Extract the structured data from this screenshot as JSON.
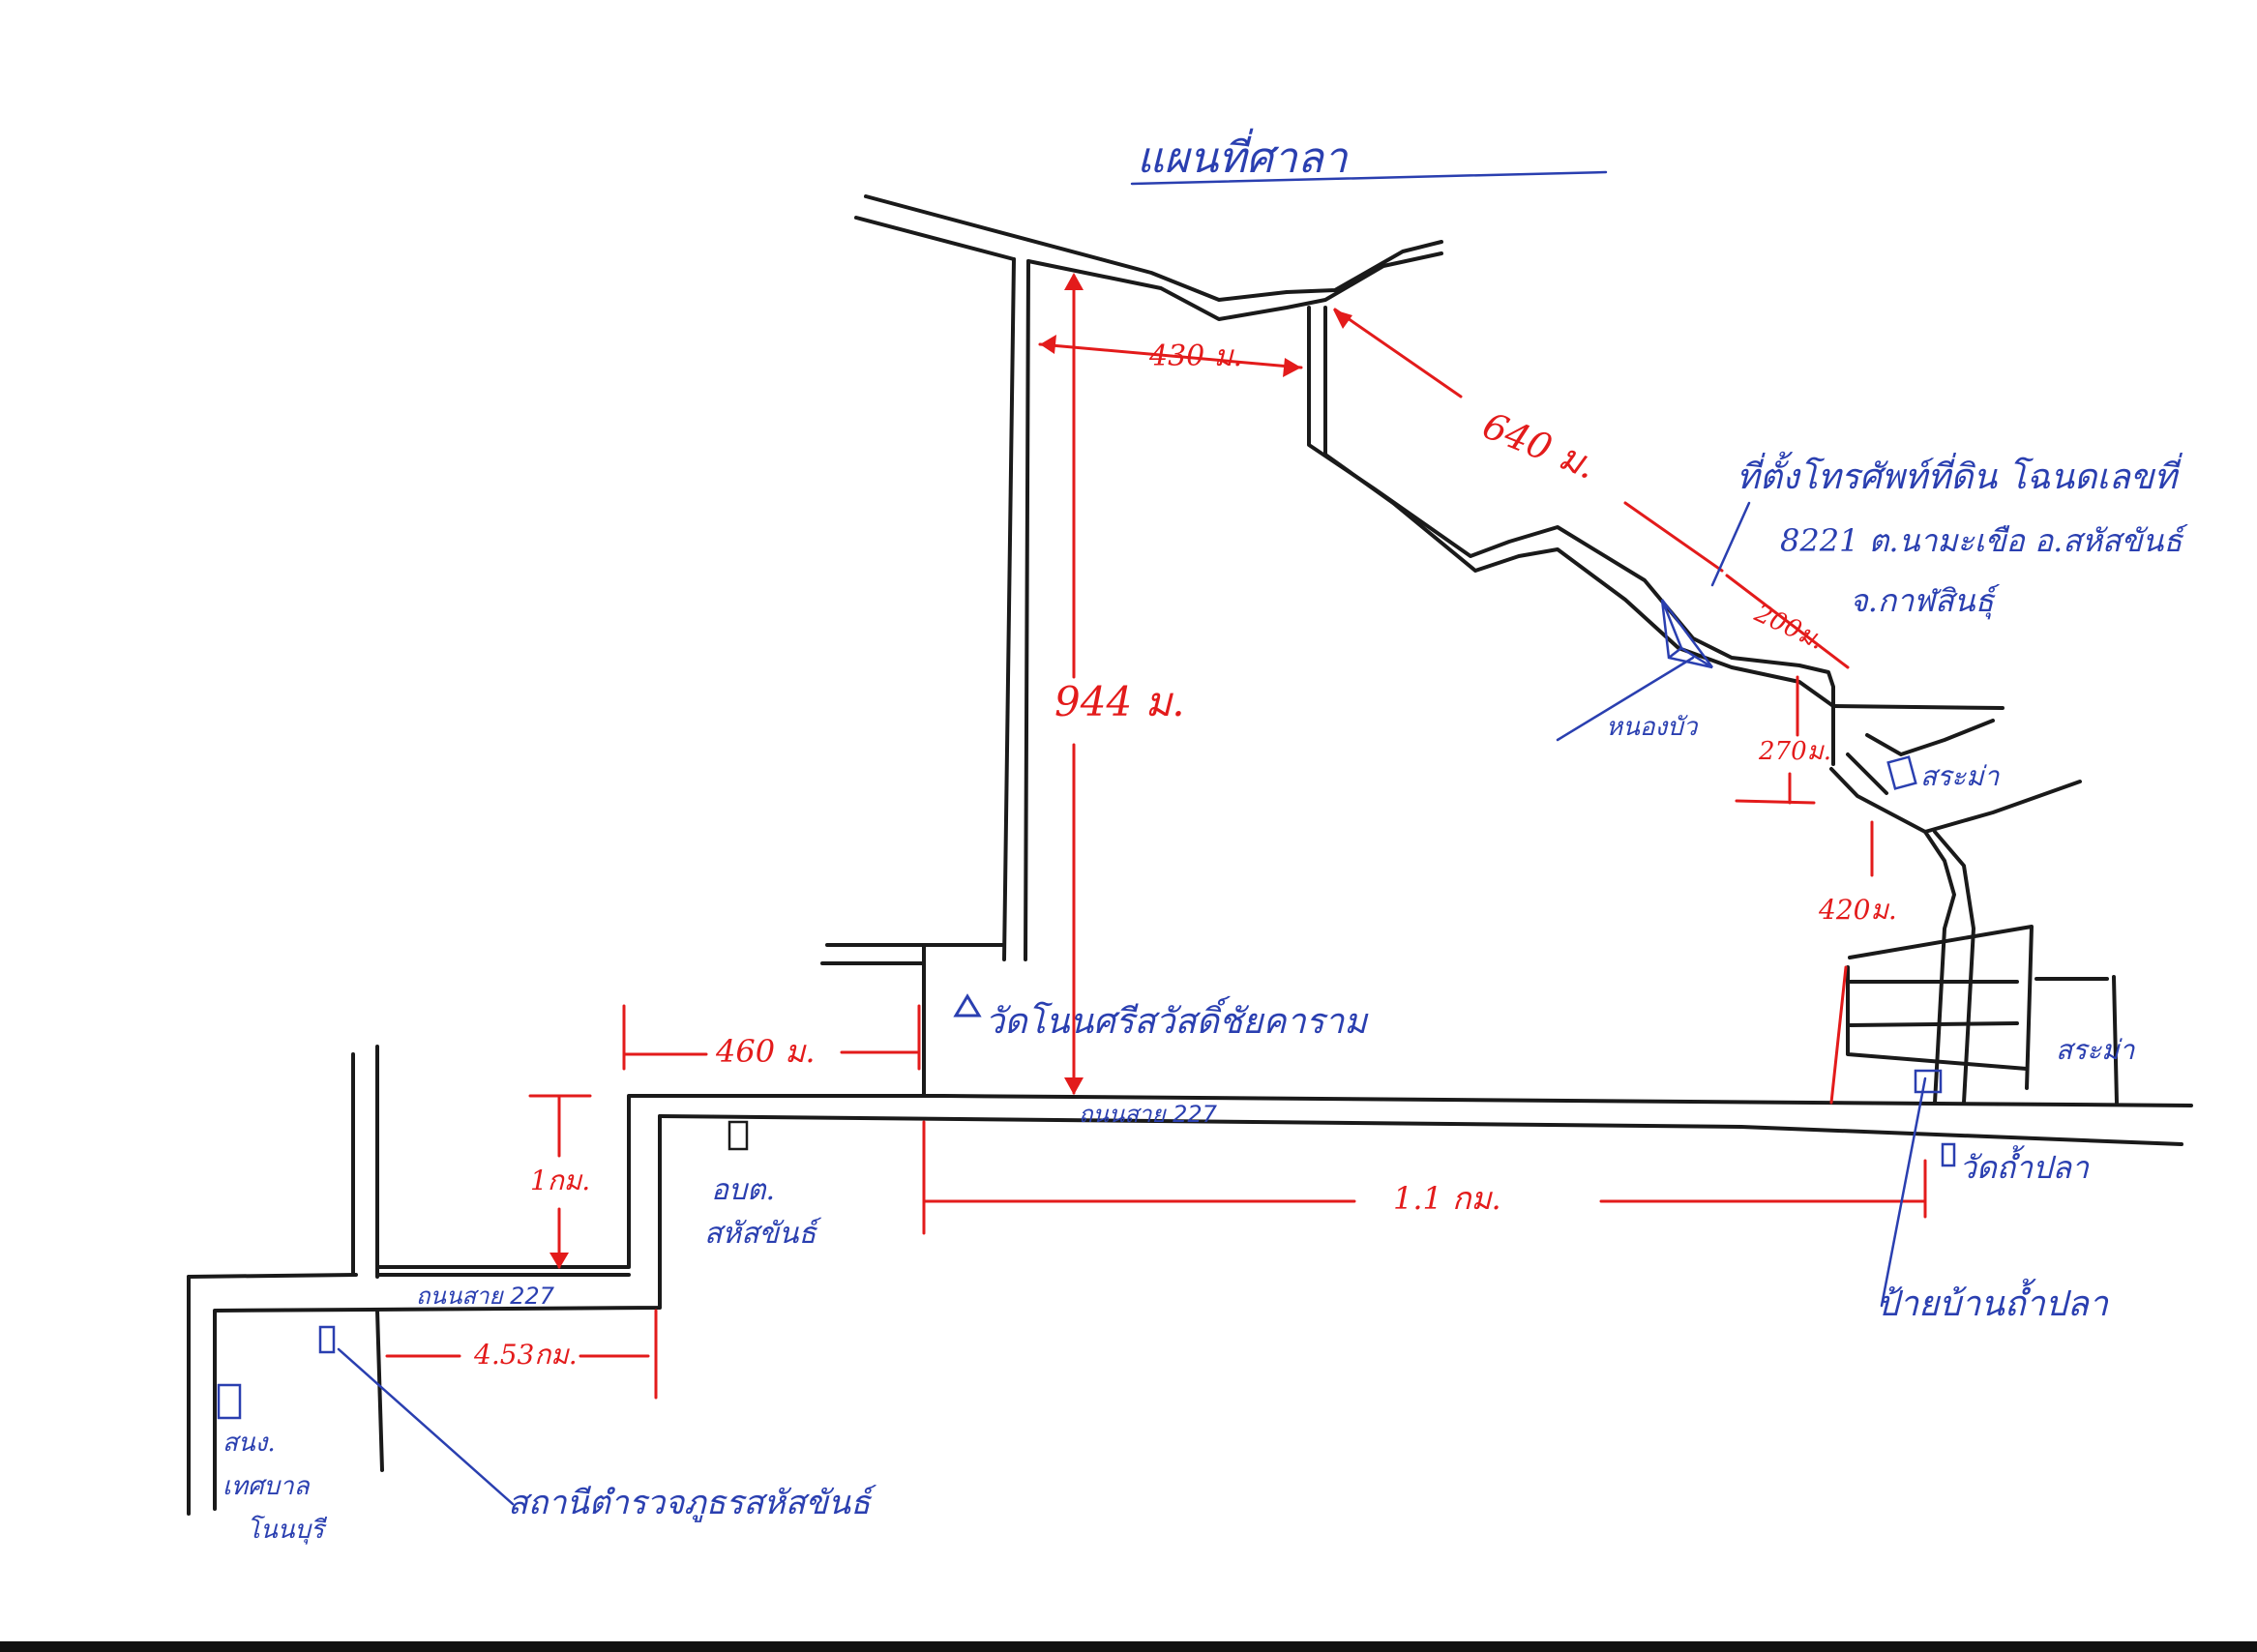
{
  "map": {
    "title": "แผนที่ศาลา",
    "colors": {
      "road": "#1a1a1a",
      "dimension": "#e31b1b",
      "annotation": "#2a3fb0",
      "paper": "#ffffff"
    },
    "site": {
      "label_line1": "ที่ตั้งโทรศัพท์ที่ดิน โฉนดเลขที่",
      "label_line2": "8221 ต.นามะเขือ อ.สหัสขันธ์",
      "label_line3": "จ.กาฬสินธุ์",
      "icon": "site-marker-icon"
    },
    "places": {
      "temple": "วัดโนนศรีสวัสดิ์ชัยคาราม",
      "sao": "อบต.",
      "sao_line2": "สหัสขันธ์",
      "wat_tham_pla": "วัดถ้ำปลา",
      "tham_pla_sign": "ป้ายบ้านถ้ำปลา",
      "sa_ma_fai_1": "สระม่า",
      "sa_ma_fai_2": "สระม่า",
      "nong_bua": "หนองบัว",
      "police": "สถานีตำรวจภูธรสหัสขันธ์",
      "municipality_line1": "สนง.",
      "municipality_line2": "เทศบาล",
      "municipality_line3": "โนนบุรี"
    },
    "roads": {
      "road_227_upper": "ถนนสาย 227",
      "road_227_lower": "ถนนสาย 227"
    },
    "distances": {
      "d_430": "430 ม.",
      "d_640": "640 ม.",
      "d_944": "944 ม.",
      "d_460": "460 ม.",
      "d_1km": "1กม.",
      "d_1_1km": "1.1 กม.",
      "d_4_53km": "4.53กม.",
      "d_200": "200ม.",
      "d_270": "270ม.",
      "d_420": "420ม."
    }
  }
}
